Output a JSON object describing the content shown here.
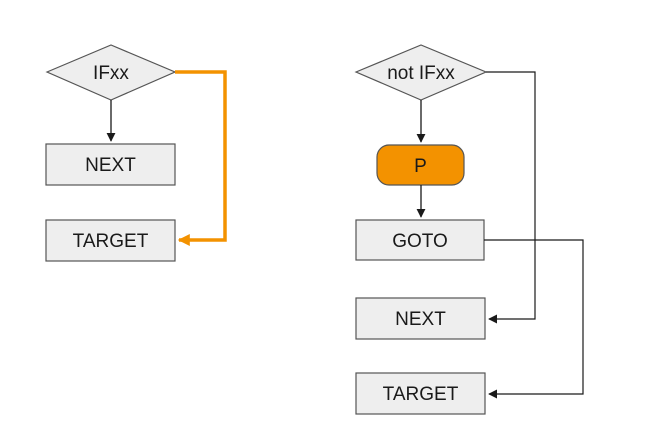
{
  "left_flow": {
    "condition": "IFxx",
    "next": "NEXT",
    "target": "TARGET"
  },
  "right_flow": {
    "condition": "not IFxx",
    "procedure": "P",
    "goto": "GOTO",
    "next": "NEXT",
    "target": "TARGET"
  },
  "colors": {
    "box_fill": "#eeeeee",
    "box_stroke": "#555555",
    "highlight": "#f39200",
    "line": "#1a1a1a"
  }
}
